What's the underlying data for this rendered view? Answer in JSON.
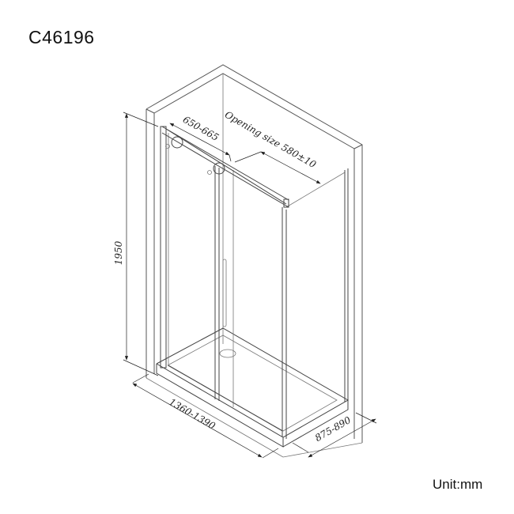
{
  "header": {
    "model_code": "C46196"
  },
  "footer": {
    "unit_label": "Unit:mm"
  },
  "dimensions": {
    "height": "1950",
    "width": "1360-1390",
    "depth": "875-890",
    "door_panel": "650-665",
    "opening": "Opening size 580±10"
  },
  "colors": {
    "line": "#444444",
    "text": "#111111",
    "background": "#ffffff"
  }
}
